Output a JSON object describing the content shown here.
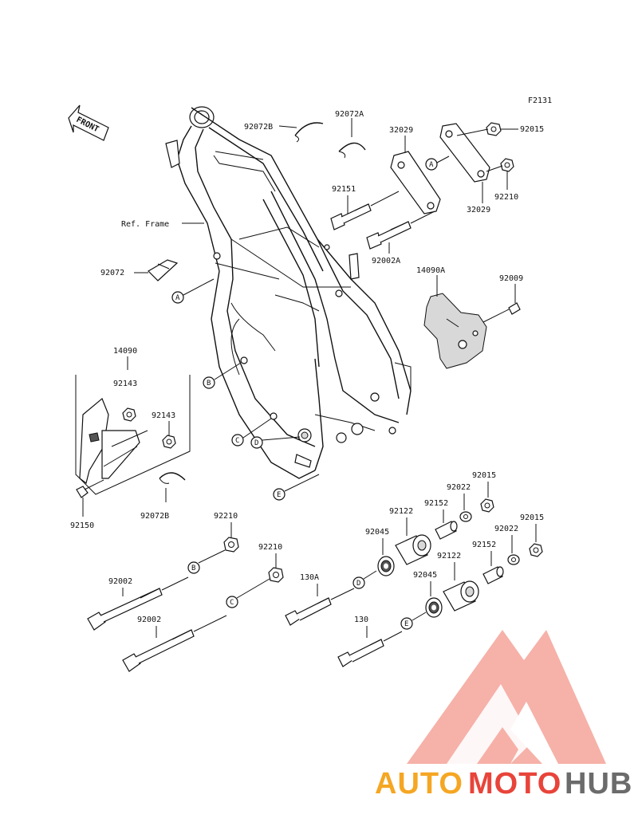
{
  "diagram": {
    "code": "F2131",
    "front_label": "FRONT",
    "ref_frame_label": "Ref. Frame",
    "parts": {
      "p92072B_top": "92072B",
      "p92072A": "92072A",
      "p32029_top": "32029",
      "p92015_top": "92015",
      "p92151": "92151",
      "p92210_top": "92210",
      "p32029_bottom": "32029",
      "p92002A": "92002A",
      "p14090A": "14090A",
      "p92009": "92009",
      "p92072": "92072",
      "p14090": "14090",
      "p92143_a": "92143",
      "p92143_b": "92143",
      "p92150": "92150",
      "p92072B_bottom": "92072B",
      "p92210_b": "92210",
      "p92210_c": "92210",
      "p92002_b": "92002",
      "p92002_c": "92002",
      "p92015_r1": "92015",
      "p92022_r1": "92022",
      "p92152_r1": "92152",
      "p92122_r1": "92122",
      "p92045_r1": "92045",
      "p92015_r2": "92015",
      "p92022_r2": "92022",
      "p92152_r2": "92152",
      "p92122_r2": "92122",
      "p92045_r2": "92045",
      "p130A": "130A",
      "p130": "130"
    },
    "callouts": {
      "a_frame": "A",
      "a_plate": "A",
      "b_frame": "B",
      "b_bolt": "B",
      "c_frame": "C",
      "c_bolt": "C",
      "d_frame": "D",
      "d_bolt": "D",
      "e_frame": "E",
      "e_bolt": "E"
    }
  },
  "watermark": {
    "brand_part1": "AUTO",
    "brand_part2": "MOTO",
    "brand_part3": "HUB",
    "color_orange": "#f5a623",
    "color_red": "#e8443a",
    "color_gray": "#6b6b6b",
    "color_logo": "#f29a8f"
  }
}
